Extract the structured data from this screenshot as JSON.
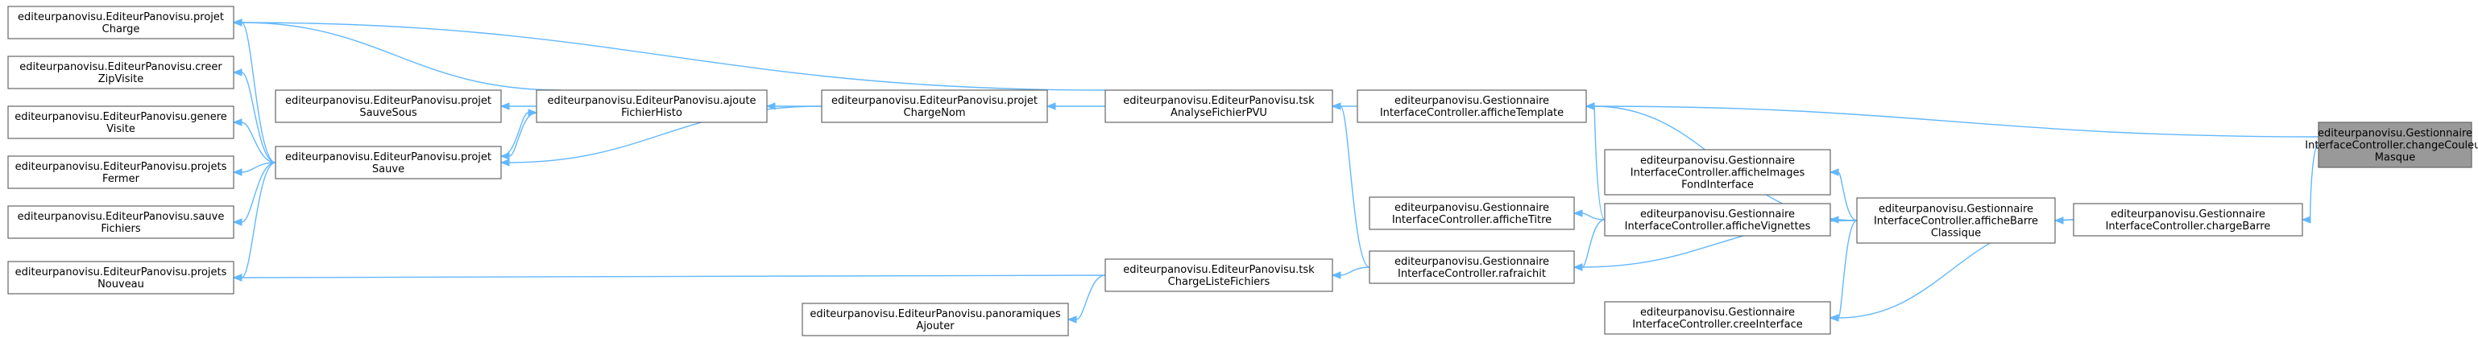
{
  "graph": {
    "accent_color": "#63b8ff",
    "highlight_fill": "#999999",
    "nodes": [
      {
        "id": "n_projetCharge",
        "lines": [
          "editeurpanovisu.EditeurPanovisu.projet",
          "Charge"
        ]
      },
      {
        "id": "n_creerZip",
        "lines": [
          "editeurpanovisu.EditeurPanovisu.creer",
          "ZipVisite"
        ]
      },
      {
        "id": "n_genereVisite",
        "lines": [
          "editeurpanovisu.EditeurPanovisu.genere",
          "Visite"
        ]
      },
      {
        "id": "n_projetsFermer",
        "lines": [
          "editeurpanovisu.EditeurPanovisu.projets",
          "Fermer"
        ]
      },
      {
        "id": "n_sauveFichiers",
        "lines": [
          "editeurpanovisu.EditeurPanovisu.sauve",
          "Fichiers"
        ]
      },
      {
        "id": "n_projetsNouveau",
        "lines": [
          "editeurpanovisu.EditeurPanovisu.projets",
          "Nouveau"
        ]
      },
      {
        "id": "n_projetSauveSous",
        "lines": [
          "editeurpanovisu.EditeurPanovisu.projet",
          "SauveSous"
        ]
      },
      {
        "id": "n_projetSauve",
        "lines": [
          "editeurpanovisu.EditeurPanovisu.projet",
          "Sauve"
        ]
      },
      {
        "id": "n_ajouteFichierHisto",
        "lines": [
          "editeurpanovisu.EditeurPanovisu.ajoute",
          "FichierHisto"
        ]
      },
      {
        "id": "n_projetChargeNom",
        "lines": [
          "editeurpanovisu.EditeurPanovisu.projet",
          "ChargeNom"
        ]
      },
      {
        "id": "n_panoramiquesAjouter",
        "lines": [
          "editeurpanovisu.EditeurPanovisu.panoramiques",
          "Ajouter"
        ]
      },
      {
        "id": "n_tskAnalyse",
        "lines": [
          "editeurpanovisu.EditeurPanovisu.tsk",
          "AnalyseFichierPVU"
        ]
      },
      {
        "id": "n_tskCharge",
        "lines": [
          "editeurpanovisu.EditeurPanovisu.tsk",
          "ChargeListeFichiers"
        ]
      },
      {
        "id": "n_afficheTemplate",
        "lines": [
          "editeurpanovisu.Gestionnaire",
          "InterfaceController.afficheTemplate"
        ]
      },
      {
        "id": "n_afficheTitre",
        "lines": [
          "editeurpanovisu.Gestionnaire",
          "InterfaceController.afficheTitre"
        ]
      },
      {
        "id": "n_rafraichit",
        "lines": [
          "editeurpanovisu.Gestionnaire",
          "InterfaceController.rafraichit"
        ]
      },
      {
        "id": "n_afficheImages",
        "lines": [
          "editeurpanovisu.Gestionnaire",
          "InterfaceController.afficheImages",
          "FondInterface"
        ]
      },
      {
        "id": "n_afficheVignettes",
        "lines": [
          "editeurpanovisu.Gestionnaire",
          "InterfaceController.afficheVignettes"
        ]
      },
      {
        "id": "n_creeInterface",
        "lines": [
          "editeurpanovisu.Gestionnaire",
          "InterfaceController.creeInterface"
        ]
      },
      {
        "id": "n_afficheBarre",
        "lines": [
          "editeurpanovisu.Gestionnaire",
          "InterfaceController.afficheBarre",
          "Classique"
        ]
      },
      {
        "id": "n_chargeBarre",
        "lines": [
          "editeurpanovisu.Gestionnaire",
          "InterfaceController.chargeBarre"
        ]
      },
      {
        "id": "n_changeCouleur",
        "lines": [
          "editeurpanovisu.Gestionnaire",
          "InterfaceController.changeCouleur",
          "Masque"
        ],
        "highlight": true
      }
    ],
    "edges": [
      {
        "from": "n_changeCouleur",
        "to": "n_afficheTemplate"
      },
      {
        "from": "n_changeCouleur",
        "to": "n_chargeBarre"
      },
      {
        "from": "n_chargeBarre",
        "to": "n_afficheBarre"
      },
      {
        "from": "n_chargeBarre",
        "to": "n_creeInterface"
      },
      {
        "from": "n_afficheBarre",
        "to": "n_afficheTemplate"
      },
      {
        "from": "n_afficheBarre",
        "to": "n_afficheImages"
      },
      {
        "from": "n_afficheBarre",
        "to": "n_afficheVignettes"
      },
      {
        "from": "n_afficheBarre",
        "to": "n_rafraichit"
      },
      {
        "from": "n_afficheBarre",
        "to": "n_creeInterface"
      },
      {
        "from": "n_afficheVignettes",
        "to": "n_afficheTemplate"
      },
      {
        "from": "n_afficheVignettes",
        "to": "n_afficheTitre"
      },
      {
        "from": "n_afficheVignettes",
        "to": "n_rafraichit"
      },
      {
        "from": "n_afficheTemplate",
        "to": "n_tskAnalyse"
      },
      {
        "from": "n_rafraichit",
        "to": "n_tskAnalyse"
      },
      {
        "from": "n_rafraichit",
        "to": "n_tskCharge"
      },
      {
        "from": "n_tskAnalyse",
        "to": "n_projetChargeNom"
      },
      {
        "from": "n_tskAnalyse",
        "to": "n_projetCharge"
      },
      {
        "from": "n_tskCharge",
        "to": "n_panoramiquesAjouter"
      },
      {
        "from": "n_tskCharge",
        "to": "n_projetsNouveau"
      },
      {
        "from": "n_projetChargeNom",
        "to": "n_ajouteFichierHisto"
      },
      {
        "from": "n_projetChargeNom",
        "to": "n_projetSauve"
      },
      {
        "from": "n_ajouteFichierHisto",
        "to": "n_projetSauveSous"
      },
      {
        "from": "n_ajouteFichierHisto",
        "to": "n_projetSauve"
      },
      {
        "from": "n_ajouteFichierHisto",
        "to": "n_projetCharge"
      },
      {
        "from": "n_projetSauve",
        "to": "n_ajouteFichierHisto"
      },
      {
        "from": "n_projetSauve",
        "to": "n_projetCharge"
      },
      {
        "from": "n_projetSauve",
        "to": "n_creerZip"
      },
      {
        "from": "n_projetSauve",
        "to": "n_genereVisite"
      },
      {
        "from": "n_projetSauve",
        "to": "n_projetsFermer"
      },
      {
        "from": "n_projetSauve",
        "to": "n_sauveFichiers"
      },
      {
        "from": "n_projetSauve",
        "to": "n_projetsNouveau"
      }
    ]
  }
}
